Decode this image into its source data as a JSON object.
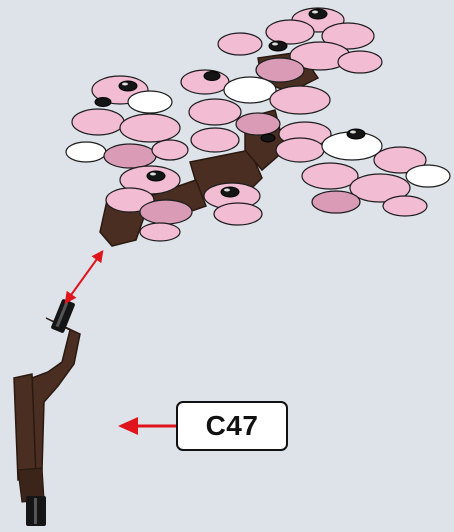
{
  "step": {
    "part_code": "C47"
  },
  "colors": {
    "background": "#dee3ea",
    "blossom_pink": "#f2bcd3",
    "blossom_pink_shade": "#d99bb6",
    "white_plate": "#ffffff",
    "branch_brown": "#4a2e22",
    "stud_black": "#151515",
    "arrow_red": "#e0141c"
  },
  "icons": {
    "arrow_attach": "arrow-double-red",
    "arrow_callout": "arrow-left-red"
  }
}
